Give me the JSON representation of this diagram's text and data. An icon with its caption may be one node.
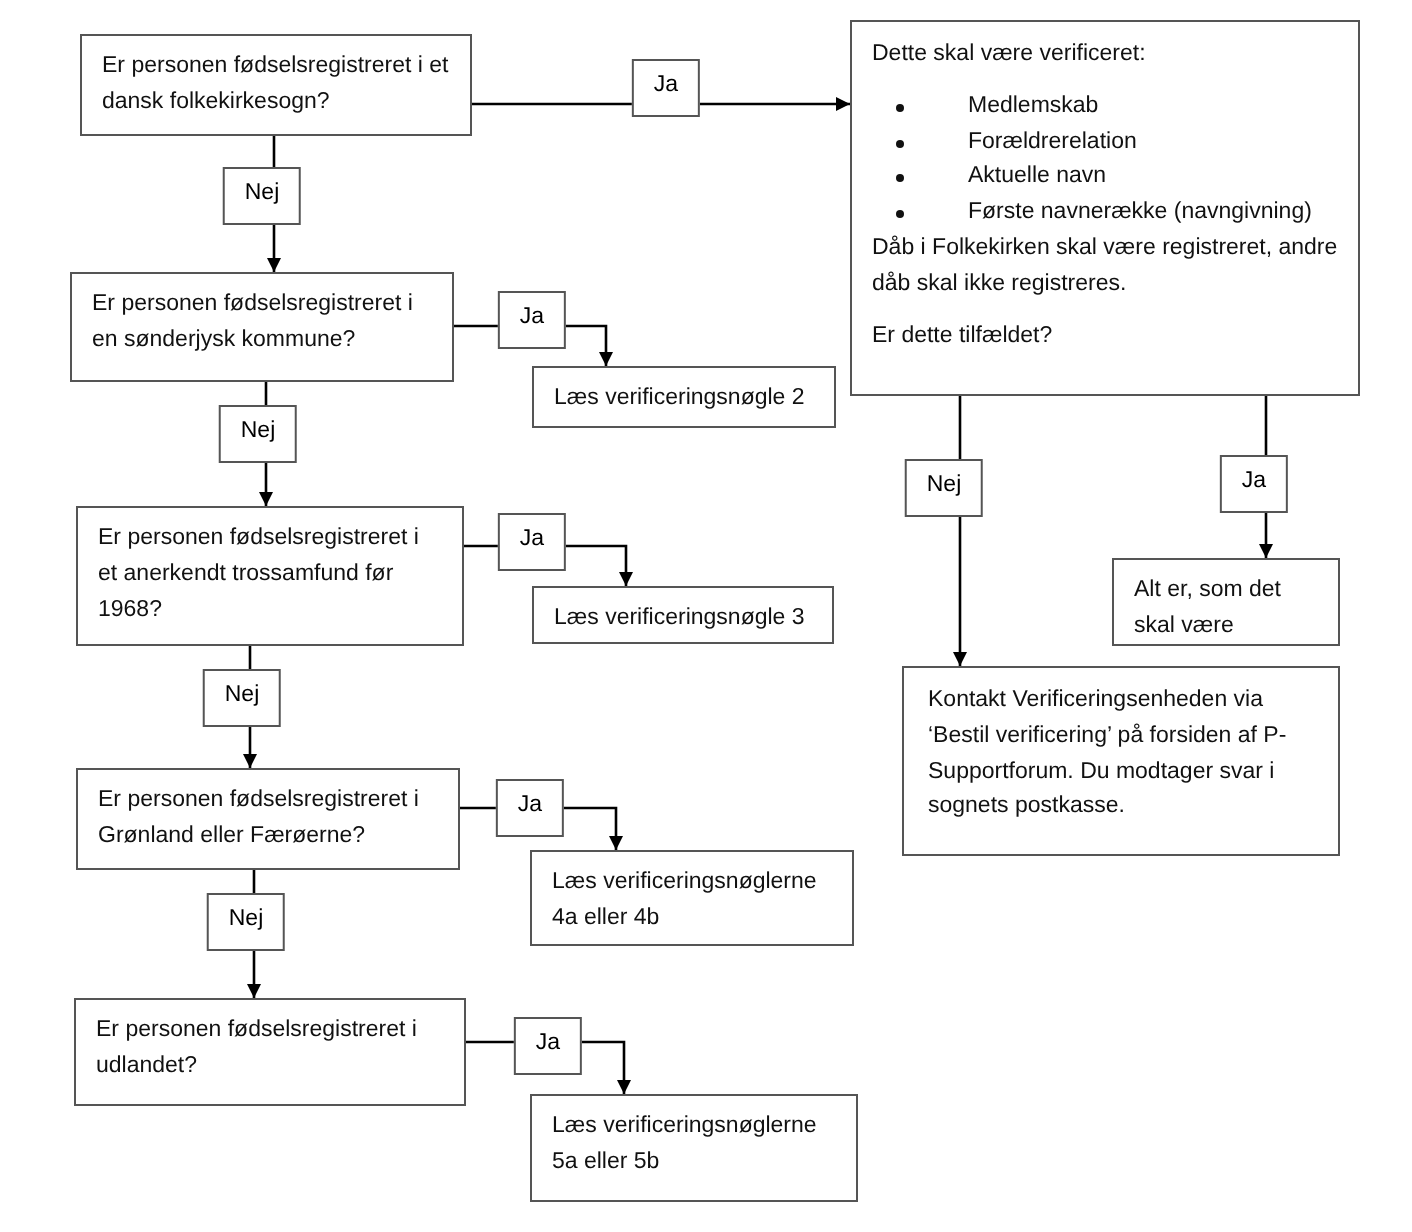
{
  "diagram": {
    "nodes": [
      {
        "text": [
          "Er personen fødselsregistreret i et dansk folkekirkesogn?"
        ]
      },
      {
        "text": [
          "Dette skal være verificeret:",
          "Medlemskab",
          "Forældrerelation",
          "Aktuelle navn",
          "Første navnerække (navngivning)",
          "Dåb i Folkekirken skal være registreret, andre dåb skal ikke registreres.",
          "Er dette tilfældet?"
        ]
      },
      {
        "text": [
          "Er personen fødselsregistreret i en sønderjysk kommune?"
        ]
      },
      {
        "text": [
          "Læs verificeringsnøgle 2"
        ]
      },
      {
        "text": [
          "Er personen fødselsregistreret i et anerkendt trossamfund før 1968?"
        ]
      },
      {
        "text": [
          "Læs verificeringsnøgle 3"
        ]
      },
      {
        "text": [
          "Alt er, som det skal være"
        ]
      },
      {
        "text": [
          "Kontakt Verificeringsenheden via ‘Bestil verificering’ på forsiden af P-Supportforum. Du modtager svar i sognets postkasse."
        ]
      },
      {
        "text": [
          "Er personen fødselsregistreret i Grønland eller Færøerne?"
        ]
      },
      {
        "text": [
          "Læs verificeringsnøglerne 4a eller 4b"
        ]
      },
      {
        "text": [
          "Er personen fødselsregistreret i udlandet?"
        ]
      },
      {
        "text": [
          "Læs verificeringsnøglerne 5a eller 5b"
        ]
      }
    ],
    "edges": [
      {
        "from": 0,
        "to": 1,
        "arrow": "to",
        "label": "Ja"
      },
      {
        "from": 0,
        "to": 2,
        "arrow": "to",
        "label": "Nej"
      },
      {
        "from": 2,
        "to": 3,
        "arrow": "to",
        "label": "Ja"
      },
      {
        "from": 2,
        "to": 4,
        "arrow": "to",
        "label": "Nej"
      },
      {
        "from": 4,
        "to": 5,
        "arrow": "to",
        "label": "Ja"
      },
      {
        "from": 4,
        "to": 8,
        "arrow": "to",
        "label": "Nej"
      },
      {
        "from": 8,
        "to": 9,
        "arrow": "to",
        "label": "Ja"
      },
      {
        "from": 8,
        "to": 10,
        "arrow": "to",
        "label": "Nej"
      },
      {
        "from": 10,
        "to": 11,
        "arrow": "to",
        "label": "Ja"
      },
      {
        "from": 1,
        "to": 7,
        "arrow": "to",
        "label": "Nej"
      },
      {
        "from": 1,
        "to": 6,
        "arrow": "to",
        "label": "Ja"
      }
    ]
  }
}
